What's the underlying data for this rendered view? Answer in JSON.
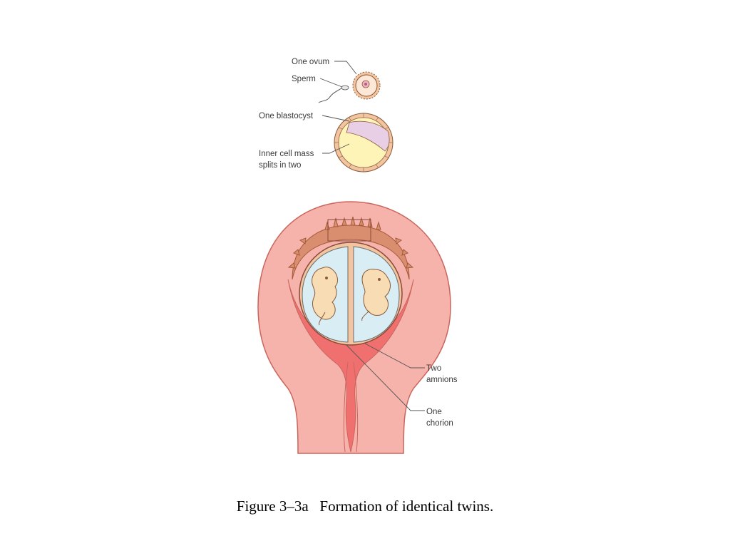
{
  "labels": {
    "one_ovum": "One ovum",
    "sperm": "Sperm",
    "one_blastocyst": "One blastocyst",
    "inner_cell_mass_1": "Inner cell mass",
    "inner_cell_mass_2": "splits in two",
    "two_amnions_1": "Two",
    "two_amnions_2": "amnions",
    "one_chorion_1": "One",
    "one_chorion_2": "chorion"
  },
  "caption": "Figure 3–3a   Formation of identical twins.",
  "colors": {
    "uterus_wall": "#f6b3ab",
    "uterus_outline": "#c8665d",
    "uterine_lining": "#f07070",
    "placenta": "#d98e70",
    "amniotic_fluid": "#d8eef4",
    "embryo": "#f7dcb4",
    "blastocyst_fill": "#fff4b8",
    "cell_ring": "#f2c4a0"
  }
}
